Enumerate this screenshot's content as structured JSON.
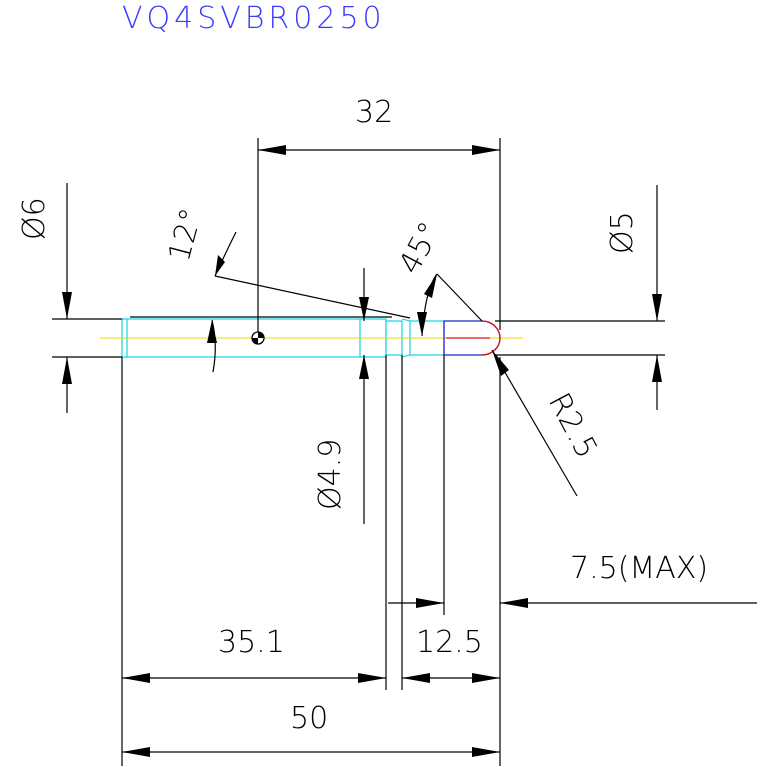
{
  "title": "VQ4SVBR0250",
  "colors": {
    "title": "#3a3aff",
    "outline": "#00cfe0",
    "centerline": "#e8d800",
    "tip": "#2020d0",
    "tip_edge": "#e01010",
    "ink": "#000000"
  },
  "dimensions": {
    "overall_length": "50",
    "shank_length": "35.1",
    "tip_length": "12.5",
    "to_center": "32",
    "tip_max": "7.5(MAX)",
    "shank_dia": "Ø6",
    "tip_dia": "Ø5",
    "neck_dia": "Ø4.9",
    "taper_angle": "12°",
    "chamfer_angle": "45°",
    "tip_radius": "R2.5"
  }
}
